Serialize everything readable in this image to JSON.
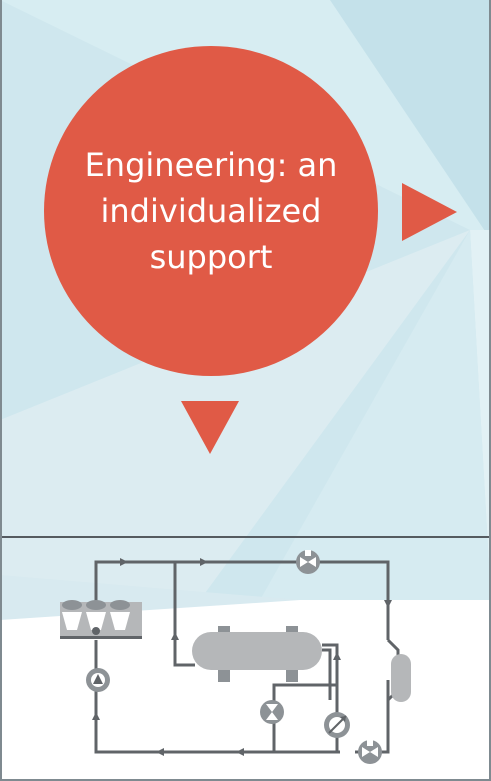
{
  "hero": {
    "line1": "Engineering: an",
    "line2": "individualized",
    "line3": "support"
  },
  "colors": {
    "accent": "#e05a46",
    "background": "#cfe7ee",
    "diagram_line": "#606468",
    "diagram_component": "#b5b7b9"
  },
  "icons": [
    "arrow-right-icon",
    "arrow-down-icon",
    "pump-icon",
    "valve-icon",
    "chiller-icon",
    "tank-icon",
    "heat-exchanger-icon",
    "flow-meter-icon"
  ]
}
